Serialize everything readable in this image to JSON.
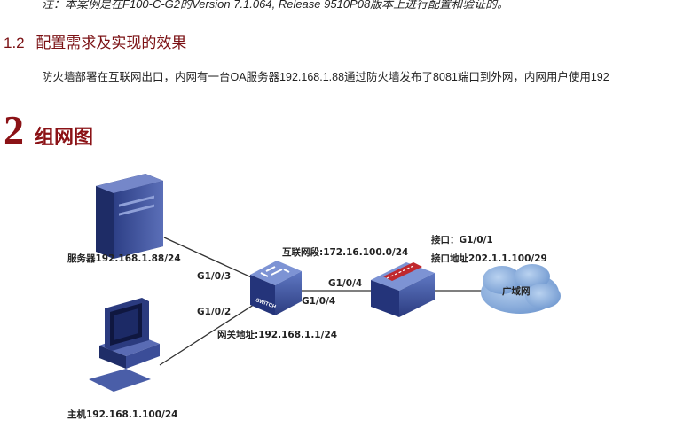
{
  "note": "注：本案例是在F100-C-G2的Version 7.1.064, Release 9510P08版本上进行配置和验证的。",
  "section_1_2": {
    "number": "1.2",
    "title": "配置需求及实现的效果"
  },
  "requirement_text": "防火墙部署在互联网出口，内网有一台OA服务器192.168.1.88通过防火墙发布了8081端口到外网，内网用户使用192",
  "section_2": {
    "number": "2",
    "title": "组网图"
  },
  "diagram": {
    "server_label": "服务器192.168.1.88/24",
    "host_label": "主机192.168.1.100/24",
    "switch_text": "SWITCH",
    "port_g103": "G1/0/3",
    "port_g102": "G1/0/2",
    "port_g104_sw": "G1/0/4",
    "port_g104_fw": "G1/0/4",
    "gateway_label": "网关地址:192.168.1.1/24",
    "interconnect_label": "互联网段:172.16.100.0/24",
    "interface_label": "接口：G1/0/1",
    "interface_addr_label": "接口地址202.1.1.100/29",
    "wan_label": "广域网"
  },
  "colors": {
    "heading": "#7b1114",
    "device": "#3a4f9a",
    "cloud": "#8fb3df",
    "firewall_accent": "#c0282d"
  }
}
